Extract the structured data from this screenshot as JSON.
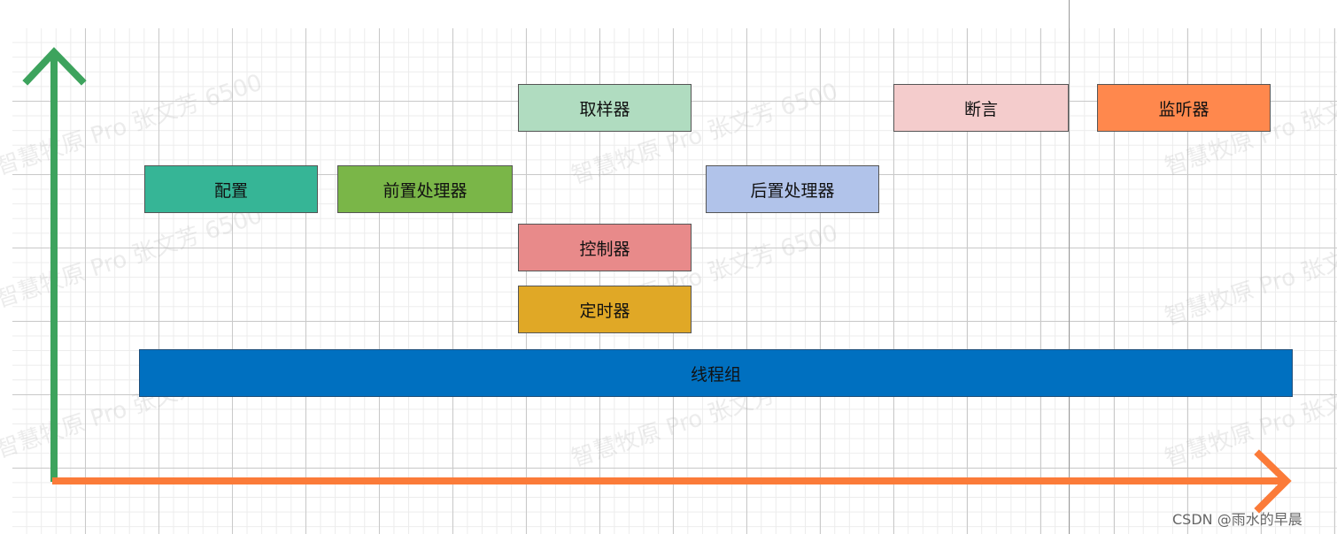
{
  "diagram": {
    "boxes": {
      "sampler": {
        "label": "取样器",
        "color": "#b0dcc0"
      },
      "assertion": {
        "label": "断言",
        "color": "#f4cccc"
      },
      "listener": {
        "label": "监听器",
        "color": "#ff884d"
      },
      "config": {
        "label": "配置",
        "color": "#36b596"
      },
      "preprocessor": {
        "label": "前置处理器",
        "color": "#7ab648"
      },
      "postprocessor": {
        "label": "后置处理器",
        "color": "#b1c3ea"
      },
      "controller": {
        "label": "控制器",
        "color": "#e88a8a"
      },
      "timer": {
        "label": "定时器",
        "color": "#e0a826"
      },
      "thread_group": {
        "label": "线程组",
        "color": "#0070c0"
      }
    },
    "axes": {
      "vertical_color": "#3da35d",
      "horizontal_color": "#fb7b39"
    }
  },
  "watermark": {
    "text": "智慧牧原 Pro 张文芳 6500"
  },
  "credit": {
    "text": "CSDN @雨水的早晨"
  }
}
